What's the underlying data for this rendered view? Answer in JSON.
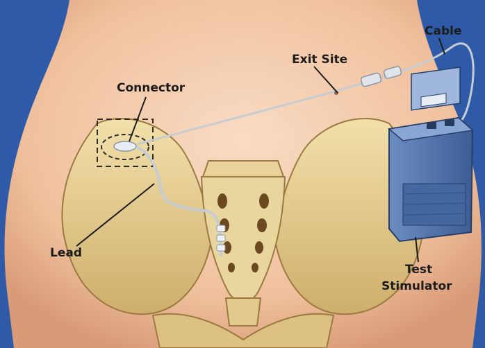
{
  "labels": {
    "exit_site": "Exit Site",
    "cable": "Cable",
    "connector": "Connector",
    "lead": "Lead",
    "test": "Test",
    "stimulator": "Stimulator"
  },
  "colors": {
    "background": "#2f5aa8",
    "skin": "#f2c5a3",
    "bone": "#e6cf96",
    "device": "#4d6fa6",
    "wire": "#c7ccd2"
  }
}
